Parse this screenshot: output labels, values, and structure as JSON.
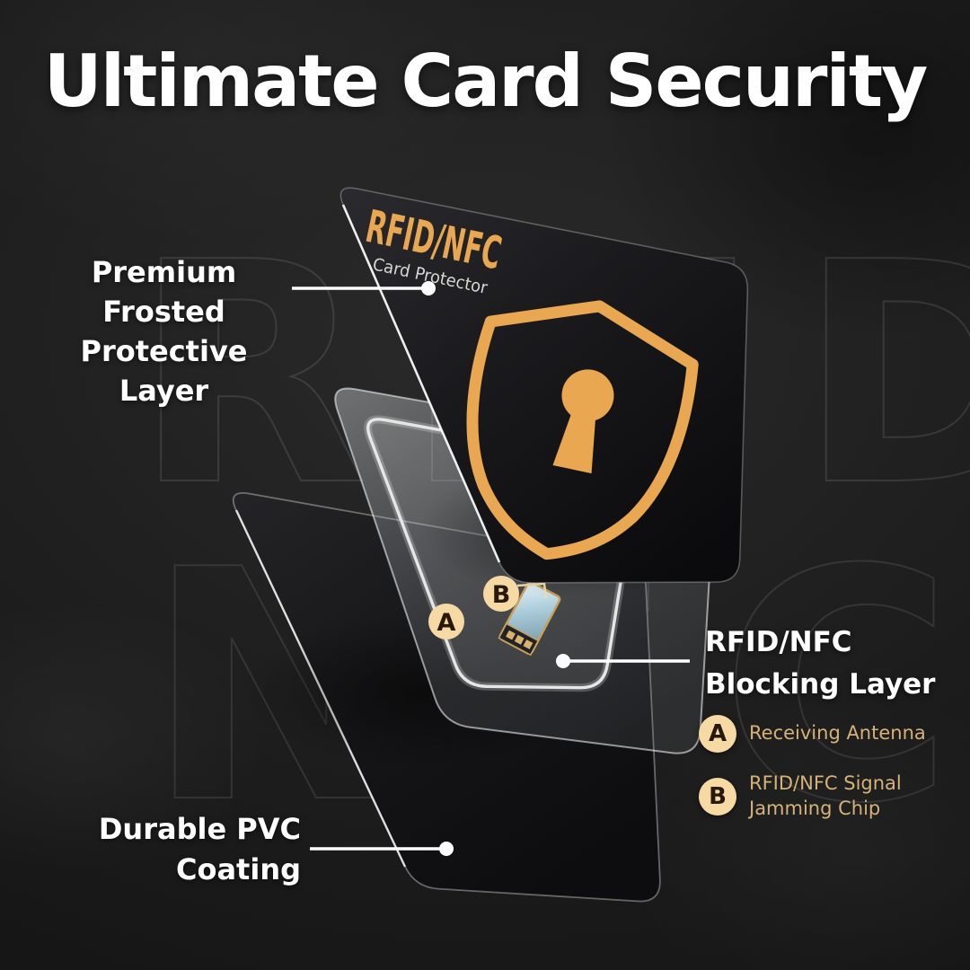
{
  "title": "Ultimate Card Security",
  "watermark": {
    "line1": "RFID",
    "line2": "NFC"
  },
  "product_card": {
    "brand": "RFID/NFC",
    "subtitle": "Card Protector"
  },
  "callouts": {
    "frosted": {
      "line1": "Premium Frosted",
      "line2": "Protective Layer"
    },
    "blocking": {
      "line1": "RFID/NFC",
      "line2": "Blocking Layer"
    },
    "pvc": {
      "line1": "Durable PVC",
      "line2": "Coating"
    }
  },
  "legend": [
    {
      "marker": "A",
      "lines": [
        "Receiving Antenna"
      ]
    },
    {
      "marker": "B",
      "lines": [
        "RFID/NFC Signal",
        "Jamming Chip"
      ]
    }
  ],
  "colors": {
    "accent_gold": "#E8A750",
    "marker_fill": "#F7D9A4",
    "marker_letter": "#271A0D",
    "legend_text": "#D5B277",
    "title_text": "#FFFFFF",
    "background": "#1B1B1B"
  }
}
